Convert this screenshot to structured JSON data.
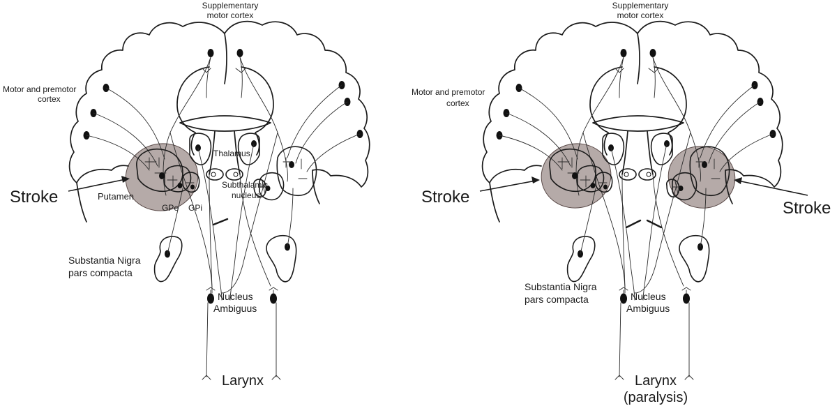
{
  "panels": [
    {
      "id": "left",
      "label_supplementary_line1": "Supplementary",
      "label_supplementary_line2": "motor cortex",
      "label_motor_line1": "Motor and premotor",
      "label_motor_line2": "cortex",
      "label_thalamus": "Thalamus",
      "label_subthalamic_line1": "Subthalamic",
      "label_subthalamic_line2": "nucleus",
      "label_putamen": "Putamen",
      "label_gpe": "GPe",
      "label_gpi": "GPi",
      "label_substantia_line1": "Substantia Nigra",
      "label_substantia_line2": "pars compacta",
      "label_nucleus_line1": "Nucleus",
      "label_nucleus_line2": "Ambiguus",
      "label_larynx_line1": "Larynx",
      "label_larynx_line2": "",
      "stroke_labels": [
        "Stroke"
      ]
    },
    {
      "id": "right",
      "label_supplementary_line1": "Supplementary",
      "label_supplementary_line2": "motor cortex",
      "label_motor_line1": "Motor and premotor",
      "label_motor_line2": "cortex",
      "label_substantia_line1": "Substantia Nigra",
      "label_substantia_line2": "pars compacta",
      "label_nucleus_line1": "Nucleus",
      "label_nucleus_line2": "Ambiguus",
      "label_larynx_line1": "Larynx",
      "label_larynx_line2": "(paralysis)",
      "stroke_labels": [
        "Stroke",
        "Stroke"
      ]
    }
  ],
  "colors": {
    "lesion_fill": "#b5aaa8",
    "ink": "#1a1a1a"
  }
}
